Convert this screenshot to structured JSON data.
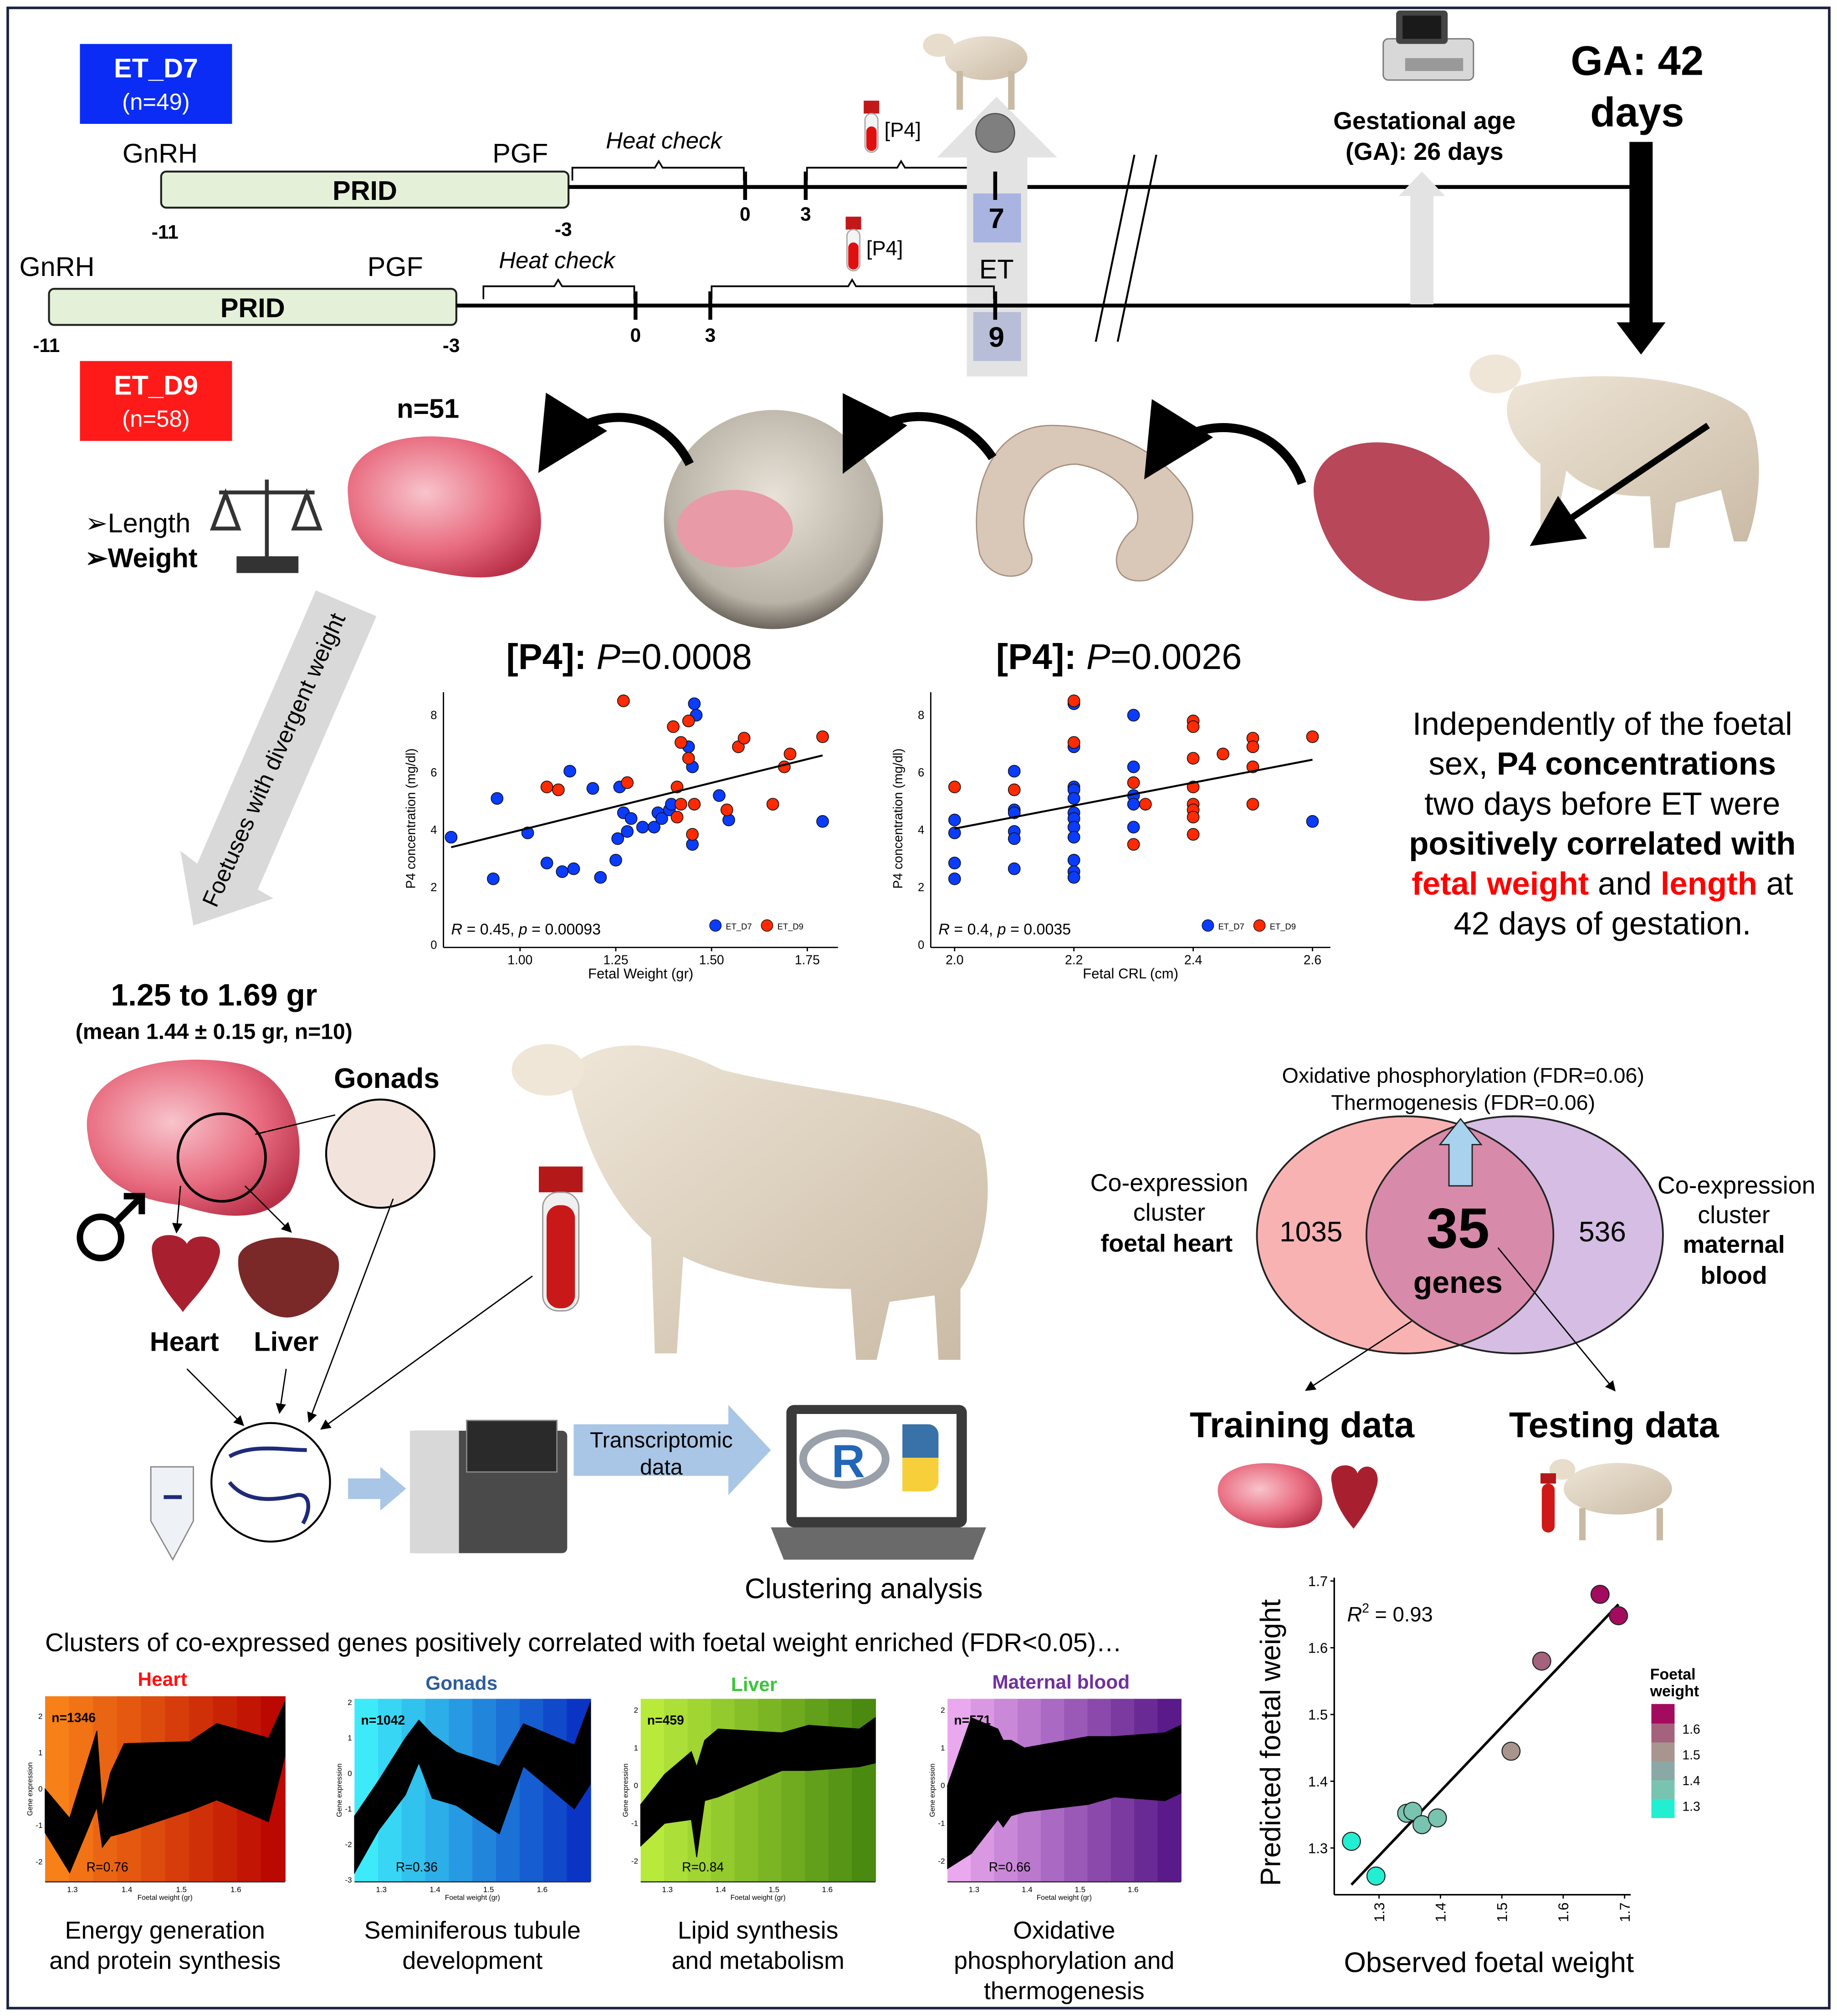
{
  "colors": {
    "et_d7": "#0a2cf5",
    "et_d9": "#ff1a1a",
    "prid": "#e4f1d8",
    "red_text": "#ff0000",
    "venn_left": "#f9b2b2",
    "venn_right": "#d5bde3",
    "venn_overlap": "#d88aaa"
  },
  "top_timeline": {
    "group_label": "ET_D7",
    "group_n": "(n=49)",
    "gnrh": "GnRH",
    "pgf": "PGF",
    "prid": "PRID",
    "heat_check": "Heat check",
    "p4": "[P4]",
    "ticks": [
      "-11",
      "-3",
      "0",
      "3"
    ],
    "et_day": "7"
  },
  "bottom_timeline": {
    "group_label": "ET_D9",
    "group_n": "(n=58)",
    "gnrh": "GnRH",
    "pgf": "PGF",
    "prid": "PRID",
    "heat_check": "Heat check",
    "p4": "[P4]",
    "ticks": [
      "-11",
      "-3",
      "0",
      "3"
    ],
    "et_day": "9"
  },
  "et_label": "ET",
  "gestational_age": {
    "line1": "Gestational age",
    "line2": "(GA): 26 days"
  },
  "ga42": {
    "line1": "GA: 42",
    "line2": "days"
  },
  "sampling": {
    "n_label": "n=51",
    "length": "➢Length",
    "weight": "➢Weight",
    "divergent": "Foetuses with divergent weight"
  },
  "selection": {
    "range": "1.25 to 1.69 gr",
    "mean": "(mean 1.44 ± 0.15 gr, n=10)",
    "gonads": "Gonads",
    "heart": "Heart",
    "liver": "Liver"
  },
  "pipeline": {
    "transcriptomic": [
      "Transcriptomic",
      "data"
    ],
    "clustering": "Clustering analysis",
    "r_logo": "R"
  },
  "summary_text": {
    "line1": "Independently of the foetal",
    "line2a": "sex, ",
    "line2b": "P4 concentrations",
    "line3": "two days before ET were",
    "line4": "positively correlated with",
    "line5a": "fetal weight",
    "line5b": " and ",
    "line5c": "length",
    "line5d": " at",
    "line6": "42 days of gestation."
  },
  "venn": {
    "enrich1": "Oxidative phosphorylation (FDR=0.06)",
    "enrich2": "Thermogenesis (FDR=0.06)",
    "left_label": [
      "Co-expression",
      "cluster",
      "foetal heart"
    ],
    "right_label": [
      "Co-expression",
      "cluster",
      "maternal",
      "blood"
    ],
    "left_count": "1035",
    "right_count": "536",
    "overlap_count": "35",
    "overlap_unit": "genes"
  },
  "training": "Training data",
  "testing": "Testing data",
  "clusters_heading": "Clusters of co-expressed genes positively correlated with foetal weight enriched (FDR<0.05)…",
  "chart_data": [
    {
      "id": "p4_weight",
      "type": "scatter",
      "title_prefix": "[P4]: ",
      "title_p": "P",
      "title_value": "=0.0008",
      "xlabel": "Fetal Weight (gr)",
      "ylabel": "P4 concentration (mg/dl)",
      "xlim": [
        0.8,
        1.83
      ],
      "ylim": [
        0,
        8.8
      ],
      "xticks": [
        1.0,
        1.25,
        1.5,
        1.75
      ],
      "xtick_labels": [
        "1.00",
        "1.25",
        "1.50",
        "1.75"
      ],
      "yticks": [
        0,
        2,
        4,
        6,
        8
      ],
      "ytick_labels": [
        "0",
        "2",
        "4",
        "6",
        "8"
      ],
      "stat": {
        "r": "R",
        "r_val": " = 0.45, ",
        "p": "p",
        "p_val": " = 0.00093"
      },
      "legend": [
        "ET_D7",
        "ET_D9"
      ],
      "legend_position": "bottom-right",
      "fit": [
        [
          0.82,
          3.4
        ],
        [
          1.79,
          6.6
        ]
      ],
      "series": [
        {
          "name": "ET_D7",
          "color": "#0a3cff",
          "points": [
            [
              0.82,
              3.75
            ],
            [
              0.93,
              2.3
            ],
            [
              0.94,
              5.1
            ],
            [
              1.02,
              3.9
            ],
            [
              1.07,
              2.85
            ],
            [
              1.11,
              2.55
            ],
            [
              1.14,
              2.65
            ],
            [
              1.13,
              6.05
            ],
            [
              1.19,
              5.45
            ],
            [
              1.21,
              2.35
            ],
            [
              1.25,
              2.95
            ],
            [
              1.255,
              3.7
            ],
            [
              1.26,
              5.5
            ],
            [
              1.27,
              4.6
            ],
            [
              1.28,
              3.95
            ],
            [
              1.29,
              4.4
            ],
            [
              1.32,
              4.1
            ],
            [
              1.35,
              4.1
            ],
            [
              1.36,
              4.6
            ],
            [
              1.37,
              4.4
            ],
            [
              1.39,
              4.7
            ],
            [
              1.395,
              4.9
            ],
            [
              1.44,
              6.9
            ],
            [
              1.45,
              6.2
            ],
            [
              1.45,
              3.5
            ],
            [
              1.455,
              8.4
            ],
            [
              1.46,
              8.0
            ],
            [
              1.52,
              5.2
            ],
            [
              1.545,
              4.35
            ],
            [
              1.79,
              4.3
            ]
          ]
        },
        {
          "name": "ET_D9",
          "color": "#ff2a00",
          "points": [
            [
              1.07,
              5.5
            ],
            [
              1.1,
              5.4
            ],
            [
              1.27,
              8.5
            ],
            [
              1.28,
              5.65
            ],
            [
              1.4,
              7.6
            ],
            [
              1.41,
              5.5
            ],
            [
              1.41,
              4.45
            ],
            [
              1.42,
              7.05
            ],
            [
              1.42,
              4.9
            ],
            [
              1.44,
              7.8
            ],
            [
              1.44,
              6.5
            ],
            [
              1.45,
              3.85
            ],
            [
              1.455,
              4.9
            ],
            [
              1.54,
              4.7
            ],
            [
              1.57,
              6.9
            ],
            [
              1.585,
              7.2
            ],
            [
              1.66,
              4.9
            ],
            [
              1.69,
              6.2
            ],
            [
              1.705,
              6.65
            ],
            [
              1.79,
              7.25
            ]
          ]
        }
      ]
    },
    {
      "id": "p4_crl",
      "type": "scatter",
      "title_prefix": "[P4]: ",
      "title_p": "P",
      "title_value": "=0.0026",
      "xlabel": "Fetal CRL (cm)",
      "ylabel": "P4 concentration (mg/dl)",
      "xlim": [
        1.96,
        2.63
      ],
      "ylim": [
        0,
        8.8
      ],
      "xticks": [
        2.0,
        2.2,
        2.4,
        2.6
      ],
      "xtick_labels": [
        "2.0",
        "2.2",
        "2.4",
        "2.6"
      ],
      "yticks": [
        0,
        2,
        4,
        6,
        8
      ],
      "ytick_labels": [
        "0",
        "2",
        "4",
        "6",
        "8"
      ],
      "stat": {
        "r": "R",
        "r_val": " = 0.4, ",
        "p": "p",
        "p_val": " = 0.0035"
      },
      "legend": [
        "ET_D7",
        "ET_D9"
      ],
      "legend_position": "bottom-right",
      "fit": [
        [
          2.0,
          4.05
        ],
        [
          2.6,
          6.45
        ]
      ],
      "series": [
        {
          "name": "ET_D7",
          "color": "#0a3cff",
          "points": [
            [
              2.0,
              4.35
            ],
            [
              2.0,
              3.9
            ],
            [
              2.0,
              2.85
            ],
            [
              2.0,
              2.3
            ],
            [
              2.1,
              6.05
            ],
            [
              2.1,
              4.7
            ],
            [
              2.1,
              4.6
            ],
            [
              2.1,
              3.95
            ],
            [
              2.1,
              3.7
            ],
            [
              2.1,
              2.65
            ],
            [
              2.2,
              8.4
            ],
            [
              2.2,
              6.9
            ],
            [
              2.2,
              5.5
            ],
            [
              2.2,
              5.4
            ],
            [
              2.2,
              5.1
            ],
            [
              2.2,
              4.6
            ],
            [
              2.2,
              4.4
            ],
            [
              2.2,
              4.1
            ],
            [
              2.2,
              3.75
            ],
            [
              2.2,
              2.95
            ],
            [
              2.2,
              2.55
            ],
            [
              2.2,
              2.35
            ],
            [
              2.3,
              8.0
            ],
            [
              2.3,
              6.2
            ],
            [
              2.3,
              5.2
            ],
            [
              2.3,
              4.9
            ],
            [
              2.3,
              4.1
            ],
            [
              2.6,
              4.3
            ]
          ]
        },
        {
          "name": "ET_D9",
          "color": "#ff2a00",
          "points": [
            [
              2.0,
              5.5
            ],
            [
              2.1,
              5.4
            ],
            [
              2.2,
              8.5
            ],
            [
              2.2,
              7.05
            ],
            [
              2.3,
              5.65
            ],
            [
              2.3,
              3.5
            ],
            [
              2.32,
              4.9
            ],
            [
              2.4,
              7.8
            ],
            [
              2.4,
              7.6
            ],
            [
              2.4,
              6.5
            ],
            [
              2.4,
              5.5
            ],
            [
              2.4,
              4.9
            ],
            [
              2.4,
              4.7
            ],
            [
              2.4,
              4.45
            ],
            [
              2.4,
              3.85
            ],
            [
              2.45,
              6.65
            ],
            [
              2.5,
              7.2
            ],
            [
              2.5,
              6.9
            ],
            [
              2.5,
              6.2
            ],
            [
              2.5,
              4.9
            ],
            [
              2.6,
              7.25
            ]
          ]
        }
      ]
    },
    {
      "id": "prediction",
      "type": "scatter",
      "xlabel": "Observed foetal weight",
      "ylabel": "Predicted foetal weight",
      "xlim": [
        1.227,
        1.71
      ],
      "ylim": [
        1.23,
        1.705
      ],
      "xticks": [
        1.3,
        1.4,
        1.5,
        1.6,
        1.7
      ],
      "xtick_labels": [
        "1.3",
        "1.4",
        "1.5",
        "1.6",
        "1.7"
      ],
      "yticks": [
        1.3,
        1.4,
        1.5,
        1.6,
        1.7
      ],
      "ytick_labels": [
        "1.3",
        "1.4",
        "1.5",
        "1.6",
        "1.7"
      ],
      "stat": {
        "r2": "R",
        "sup": "2",
        "val": " = 0.93"
      },
      "legend_title": [
        "Foetal",
        "weight"
      ],
      "legend_ticks": [
        "1.6",
        "1.5",
        "1.4",
        "1.3"
      ],
      "legend_position": "right",
      "colorscale": [
        "#22eed2",
        "#78c4b0",
        "#8aa8a6",
        "#a8958e",
        "#a4627c",
        "#a30c5e"
      ],
      "fit": [
        [
          1.255,
          1.245
        ],
        [
          1.69,
          1.665
        ]
      ],
      "points": [
        [
          1.255,
          1.31
        ],
        [
          1.295,
          1.258
        ],
        [
          1.345,
          1.352
        ],
        [
          1.355,
          1.355
        ],
        [
          1.37,
          1.335
        ],
        [
          1.395,
          1.345
        ],
        [
          1.515,
          1.445
        ],
        [
          1.565,
          1.58
        ],
        [
          1.66,
          1.68
        ],
        [
          1.69,
          1.648
        ]
      ]
    },
    {
      "id": "heart_cluster",
      "type": "area",
      "title": "Heart",
      "title_color": "#ff1111",
      "n": "n=1346",
      "r": "R=0.76",
      "xlabel": "Foetal weight (gr)",
      "ylabel": "Gene expression",
      "xlim": [
        1.25,
        1.69
      ],
      "ylim": [
        -2.55,
        2.55
      ],
      "xticks": [
        1.3,
        1.4,
        1.5,
        1.6
      ],
      "yticks": [
        -2,
        -1,
        0,
        1,
        2
      ],
      "bg_from": "#f88018",
      "bg_to": "#bb0800",
      "x": [
        1.25,
        1.295,
        1.345,
        1.355,
        1.37,
        1.395,
        1.515,
        1.565,
        1.66,
        1.69
      ],
      "upper": [
        0,
        -0.8,
        1.6,
        -0.5,
        0.45,
        1.25,
        1.3,
        1.8,
        1.4,
        2.4
      ],
      "lower": [
        -1.2,
        -2.3,
        -0.5,
        -1.6,
        -1.3,
        -1.2,
        -0.6,
        -0.3,
        -0.9,
        0.9
      ],
      "caption": [
        "Energy generation",
        "and protein synthesis"
      ]
    },
    {
      "id": "gonads_cluster",
      "type": "area",
      "title": "Gonads",
      "title_color": "#2e5c9c",
      "n": "n=1042",
      "r": "R=0.36",
      "xlabel": "Foetal weight (gr)",
      "ylabel": "Gene expression",
      "xlim": [
        1.25,
        1.69
      ],
      "ylim": [
        -3.05,
        2.1
      ],
      "xticks": [
        1.3,
        1.4,
        1.5,
        1.6
      ],
      "yticks": [
        -3,
        -2,
        -1,
        0,
        1,
        2
      ],
      "bg_from": "#3deafa",
      "bg_to": "#0a35c4",
      "x": [
        1.25,
        1.295,
        1.345,
        1.37,
        1.395,
        1.44,
        1.52,
        1.565,
        1.66,
        1.69
      ],
      "upper": [
        -1.2,
        -0.2,
        1.0,
        1.5,
        1.1,
        0.6,
        0.2,
        1.4,
        0.8,
        2.0
      ],
      "lower": [
        -2.8,
        -1.6,
        -0.6,
        0.3,
        -0.7,
        -0.9,
        -1.7,
        0.2,
        -1.0,
        -0.3
      ],
      "caption": [
        "Seminiferous tubule",
        "development"
      ]
    },
    {
      "id": "liver_cluster",
      "type": "area",
      "title": "Liver",
      "title_color": "#3cc43c",
      "n": "n=459",
      "r": "R=0.84",
      "xlabel": "Foetal weight (gr)",
      "ylabel": "Gene expression",
      "xlim": [
        1.25,
        1.69
      ],
      "ylim": [
        -2.55,
        2.3
      ],
      "xticks": [
        1.3,
        1.4,
        1.5,
        1.6
      ],
      "yticks": [
        -2,
        -1,
        0,
        1,
        2
      ],
      "bg_from": "#b8ea3c",
      "bg_to": "#4a8a10",
      "x": [
        1.25,
        1.295,
        1.345,
        1.355,
        1.37,
        1.395,
        1.515,
        1.565,
        1.66,
        1.69
      ],
      "upper": [
        -0.5,
        0.3,
        0.9,
        0.5,
        1.2,
        1.5,
        1.4,
        1.6,
        1.5,
        1.8
      ],
      "lower": [
        -1.6,
        -1.0,
        -0.9,
        -1.9,
        -0.4,
        -0.3,
        0.4,
        0.4,
        0.5,
        0.6
      ],
      "caption": [
        "Lipid synthesis",
        "and metabolism"
      ]
    },
    {
      "id": "blood_cluster",
      "type": "area",
      "title": "Maternal blood",
      "title_color": "#7030a0",
      "n": "n=571",
      "r": "R=0.66",
      "xlabel": "Foetal weight (gr)",
      "ylabel": "Gene expression",
      "xlim": [
        1.25,
        1.69
      ],
      "ylim": [
        -2.55,
        2.3
      ],
      "xticks": [
        1.3,
        1.4,
        1.5,
        1.6
      ],
      "yticks": [
        -2,
        -1,
        0,
        1,
        2
      ],
      "bg_from": "#eaa8ee",
      "bg_to": "#5a1a8a",
      "x": [
        1.25,
        1.295,
        1.345,
        1.355,
        1.37,
        1.395,
        1.515,
        1.565,
        1.66,
        1.69
      ],
      "upper": [
        0,
        1.8,
        1.5,
        1.2,
        1.2,
        1.0,
        1.3,
        1.3,
        1.4,
        1.6
      ],
      "lower": [
        -2.2,
        -1.8,
        -0.9,
        -1.1,
        -0.8,
        -0.7,
        -0.5,
        -0.3,
        -0.4,
        -0.2
      ],
      "caption": [
        "Oxidative",
        "phosphorylation and",
        "thermogenesis"
      ]
    }
  ]
}
